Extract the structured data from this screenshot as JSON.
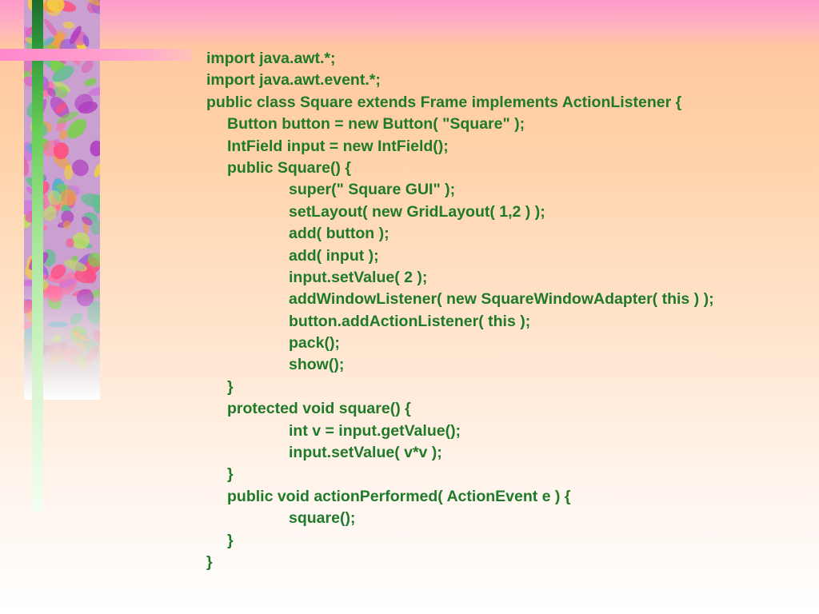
{
  "code_lines": [
    {
      "text": "import java.awt.*;",
      "indent": 0
    },
    {
      "text": "import java.awt.event.*;",
      "indent": 0
    },
    {
      "text": "public class Square extends Frame implements ActionListener {",
      "indent": 0
    },
    {
      "text": "Button button = new Button( \"Square\" );",
      "indent": 1
    },
    {
      "text": "IntField input = new IntField();",
      "indent": 1
    },
    {
      "text": "public Square() {",
      "indent": 1
    },
    {
      "text": "super(\" Square GUI\" );",
      "indent": 2
    },
    {
      "text": "setLayout( new GridLayout( 1,2 ) );",
      "indent": 2
    },
    {
      "text": "add( button );",
      "indent": 2
    },
    {
      "text": "add( input );",
      "indent": 2
    },
    {
      "text": "input.setValue( 2 );",
      "indent": 2
    },
    {
      "text": "addWindowListener( new SquareWindowAdapter( this ) );",
      "indent": 2
    },
    {
      "text": "button.addActionListener( this );",
      "indent": 2
    },
    {
      "text": "pack();",
      "indent": 2
    },
    {
      "text": "show();",
      "indent": 2
    },
    {
      "text": "}",
      "indent": 1
    },
    {
      "text": "protected void square() {",
      "indent": 1
    },
    {
      "text": "int v = input.getValue();",
      "indent": 2
    },
    {
      "text": "input.setValue( v*v );",
      "indent": 2
    },
    {
      "text": "}",
      "indent": 1
    },
    {
      "text": "public void actionPerformed( ActionEvent e ) {",
      "indent": 1
    },
    {
      "text": "square();",
      "indent": 2
    },
    {
      "text": "}",
      "indent": 1
    },
    {
      "text": "}",
      "indent": 0
    }
  ],
  "colors": {
    "code_text": "#1f7a2a",
    "accent_pink": "#ff99cc",
    "accent_green": "#2f9a3c"
  }
}
